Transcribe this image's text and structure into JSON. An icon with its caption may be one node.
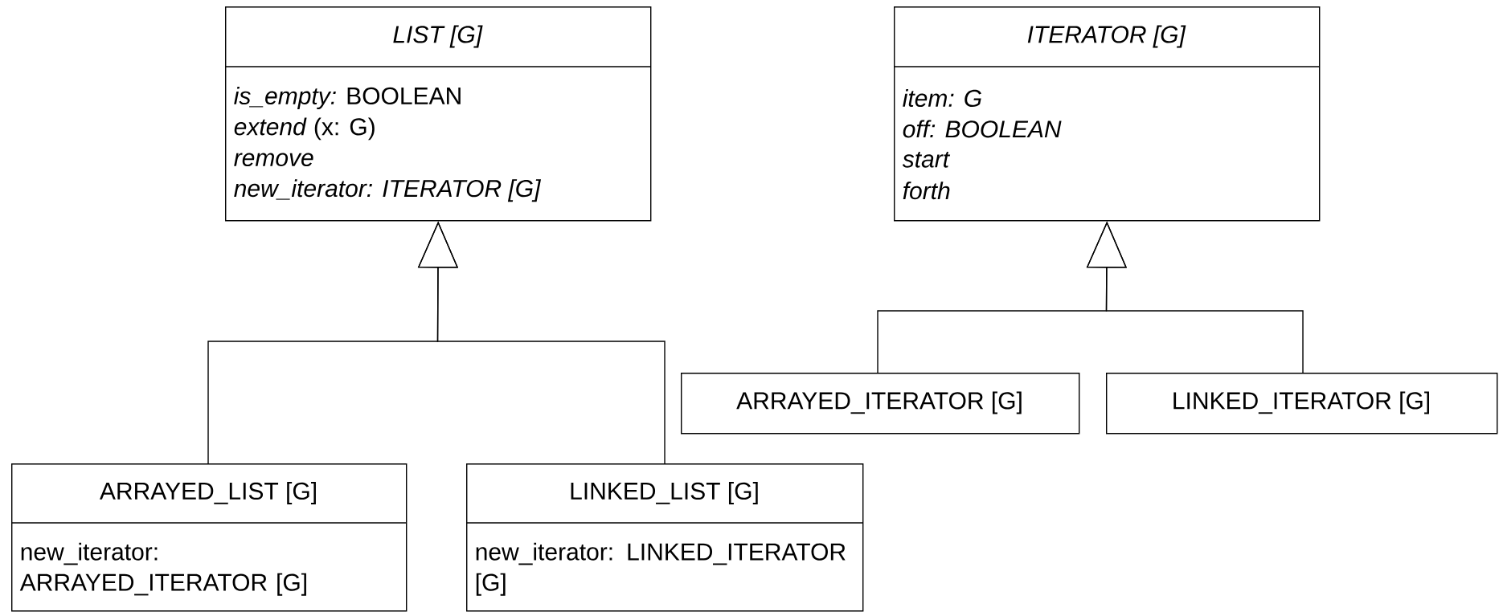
{
  "diagram": {
    "nodes": [
      {
        "text": [
          "*LIST [G]*",
          "*is_empty:* BOOLEAN",
          "*extend* (x: G)",
          "*remove*",
          "*new_iterator: ITERATOR [G]*"
        ]
      },
      {
        "text": [
          "*ITERATOR [G]*",
          "*item: G*",
          "*off: BOOLEAN*",
          "*start*",
          "*forth*"
        ]
      },
      {
        "text": [
          "ARRAYED_ITERATOR [G]"
        ]
      },
      {
        "text": [
          "LINKED_ITERATOR [G]"
        ]
      },
      {
        "text": [
          "ARRAYED_LIST [G]",
          "new_iterator: ARRAYED_ITERATOR [G]"
        ]
      },
      {
        "text": [
          "LINKED_LIST [G]",
          "new_iterator: LINKED_ITERATOR [G]"
        ]
      }
    ],
    "edges": [
      {
        "from": 4,
        "to": 0,
        "arrow": "to"
      },
      {
        "from": 5,
        "to": 0,
        "arrow": "to"
      },
      {
        "from": 2,
        "to": 1,
        "arrow": "to"
      },
      {
        "from": 3,
        "to": 1,
        "arrow": "to"
      }
    ]
  }
}
